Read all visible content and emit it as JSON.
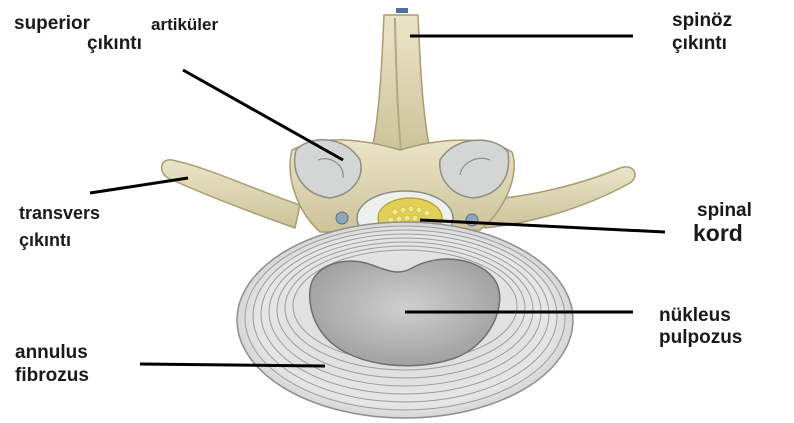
{
  "labels": {
    "superior_artikuler": {
      "line1a": "superior",
      "line1b": "artiküler",
      "line2": "çıkıntı"
    },
    "spinoz": {
      "line1": "spinöz",
      "line2": "çıkıntı"
    },
    "transvers": {
      "line1": "transvers",
      "line2": "çıkıntı"
    },
    "spinal_kord": {
      "line1": "spinal",
      "line2": "kord"
    },
    "nukleus": {
      "line1": "nükleus",
      "line2": "pulpozus"
    },
    "annulus": {
      "line1": "annulus",
      "line2": "fibrozus"
    }
  },
  "colors": {
    "bone": "#e3dcbd",
    "bone_shadow": "#b9ad82",
    "cartilage": "#cfd3d3",
    "cord": "#e1cf5a",
    "disc_ring": "#e6e6e6",
    "disc_line": "#8f8f8f",
    "nucleus": "#b8b8b8",
    "leader_line": "#000000"
  }
}
